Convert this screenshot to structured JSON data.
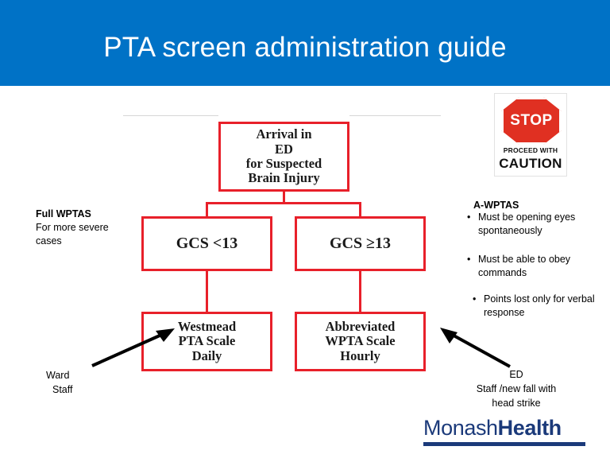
{
  "header": {
    "title": "PTA screen administration guide",
    "bar_color": "#0072C6",
    "title_color": "#FFFFFF"
  },
  "diagram": {
    "node_border_color": "#E8202A",
    "nodes": [
      {
        "id": "arrival",
        "lines": [
          "Arrival in",
          "ED",
          "for Suspected",
          "Brain Injury"
        ]
      },
      {
        "id": "gcs_lt13",
        "lines": [
          "GCS <13"
        ]
      },
      {
        "id": "gcs_gte13",
        "lines": [
          "GCS ≥13"
        ]
      },
      {
        "id": "westmead",
        "lines": [
          "Westmead",
          "PTA Scale",
          "Daily"
        ]
      },
      {
        "id": "abbreviated",
        "lines": [
          "Abbreviated",
          "WPTA Scale",
          "Hourly"
        ]
      }
    ]
  },
  "left_annotation": {
    "heading": "Full WPTAS",
    "line1": "For more severe",
    "line2": "cases",
    "staff_line1": "Ward",
    "staff_line2": "Staff"
  },
  "right_annotation": {
    "heading": "A-WPTAS",
    "bullets": [
      "Must be opening eyes spontaneously",
      "Must be able to obey commands",
      "Points lost only for verbal response"
    ],
    "ed_line1": "ED",
    "ed_line2": "Staff /new fall with",
    "ed_line3": "head strike"
  },
  "stop_sign": {
    "stop_label": "STOP",
    "proceed_label": "PROCEED WITH",
    "caution_label": "CAUTION",
    "sign_color": "#E03022"
  },
  "logo": {
    "part1": "Monash",
    "part2": "Health",
    "color": "#1B3A7A"
  }
}
